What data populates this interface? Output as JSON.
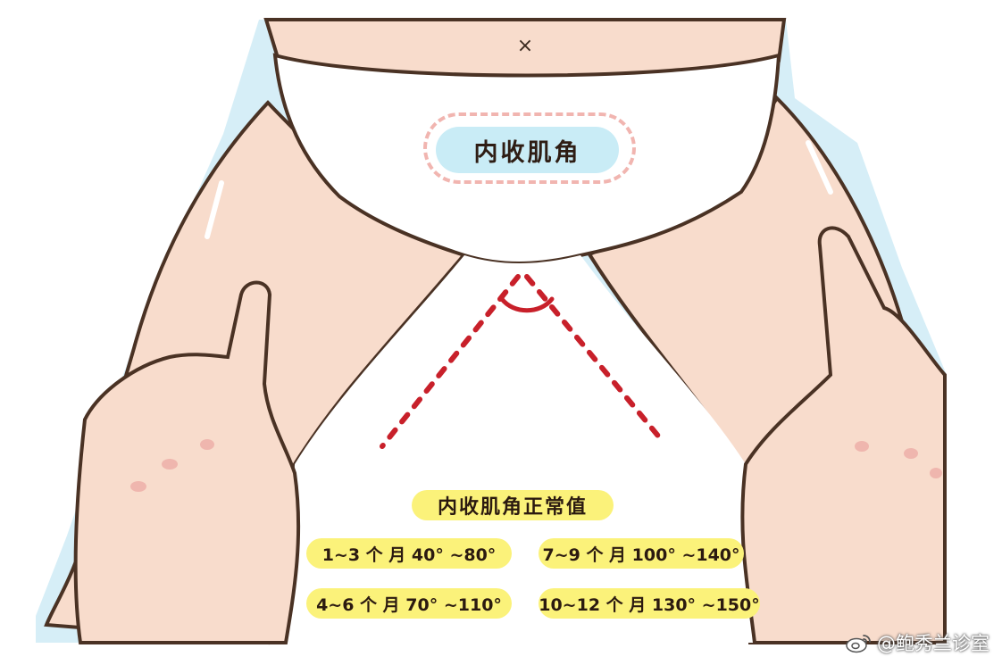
{
  "diagram": {
    "label": "内收肌角",
    "normal_values": {
      "heading": "内收肌角正常值",
      "rows": [
        "1~3 个 月 40° ~80°",
        "7~9 个 月 100° ~140°",
        "4~6 个 月 70° ~110°",
        "10~12 个 月 130° ~150°"
      ]
    }
  },
  "watermark": {
    "text": "@鲍秀兰诊室",
    "icon": "weibo-icon"
  },
  "colors": {
    "skin": "#f8dccc",
    "outline": "#4a3224",
    "diaper": "#ffffff",
    "pill": "#c9ecf6",
    "highlight": "#fbf27a",
    "angle_line": "#c8202a",
    "ring": "#f1b5b0"
  }
}
